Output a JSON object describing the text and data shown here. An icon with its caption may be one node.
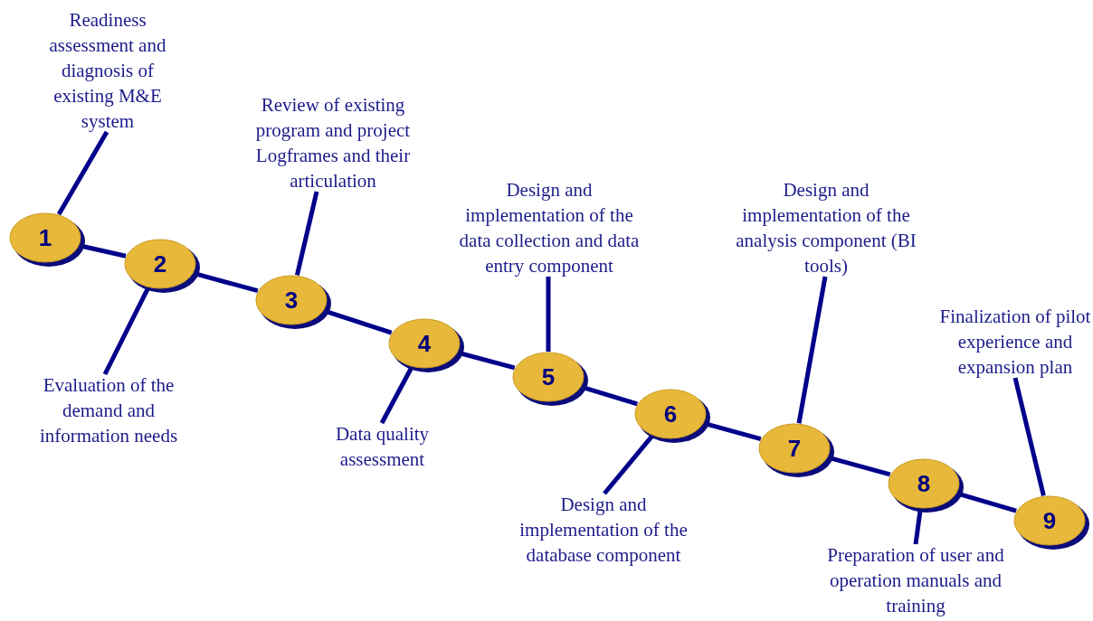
{
  "diagram": {
    "nodes": [
      {
        "text": [
          "1"
        ]
      },
      {
        "text": [
          "2"
        ]
      },
      {
        "text": [
          "3"
        ]
      },
      {
        "text": [
          "4"
        ]
      },
      {
        "text": [
          "5"
        ]
      },
      {
        "text": [
          "6"
        ]
      },
      {
        "text": [
          "7"
        ]
      },
      {
        "text": [
          "8"
        ]
      },
      {
        "text": [
          "9"
        ]
      },
      {
        "text": [
          "Readiness assessment and diagnosis of existing M&E system"
        ]
      },
      {
        "text": [
          "Evaluation of the demand and information needs"
        ]
      },
      {
        "text": [
          "Review of existing program and project Logframes and their articulation"
        ]
      },
      {
        "text": [
          "Data quality assessment"
        ]
      },
      {
        "text": [
          "Design and implementation of the data collection and data entry component"
        ]
      },
      {
        "text": [
          "Design and implementation of the database component"
        ]
      },
      {
        "text": [
          "Design and implementation of the analysis component (BI tools)"
        ]
      },
      {
        "text": [
          "Preparation of user and operation manuals and training"
        ]
      },
      {
        "text": [
          "Finalization of pilot experience and expansion plan"
        ]
      }
    ],
    "edges": [
      {
        "from": 0,
        "to": 1,
        "arrow": "none"
      },
      {
        "from": 1,
        "to": 2,
        "arrow": "none"
      },
      {
        "from": 2,
        "to": 3,
        "arrow": "none"
      },
      {
        "from": 3,
        "to": 4,
        "arrow": "none"
      },
      {
        "from": 4,
        "to": 5,
        "arrow": "none"
      },
      {
        "from": 5,
        "to": 6,
        "arrow": "none"
      },
      {
        "from": 6,
        "to": 7,
        "arrow": "none"
      },
      {
        "from": 7,
        "to": 8,
        "arrow": "none"
      },
      {
        "from": 9,
        "to": 0,
        "arrow": "none"
      },
      {
        "from": 10,
        "to": 1,
        "arrow": "none"
      },
      {
        "from": 11,
        "to": 2,
        "arrow": "none"
      },
      {
        "from": 12,
        "to": 3,
        "arrow": "none"
      },
      {
        "from": 13,
        "to": 4,
        "arrow": "none"
      },
      {
        "from": 14,
        "to": 5,
        "arrow": "none"
      },
      {
        "from": 15,
        "to": 6,
        "arrow": "none"
      },
      {
        "from": 16,
        "to": 7,
        "arrow": "none"
      },
      {
        "from": 17,
        "to": 8,
        "arrow": "none"
      }
    ]
  }
}
